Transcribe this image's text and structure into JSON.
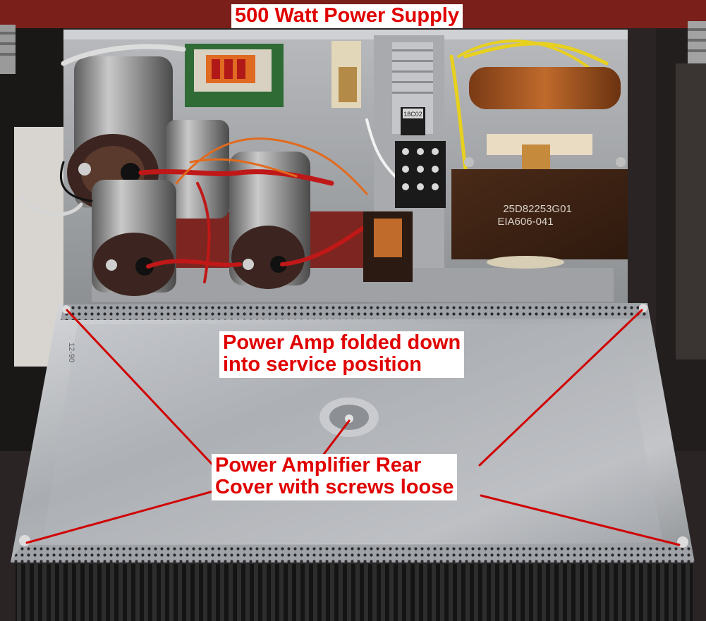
{
  "annotations": {
    "title": "500 Watt Power Supply",
    "folded_line1": "Power Amp folded down",
    "folded_line2": "into service position",
    "cover_line1": "Power Amplifier Rear",
    "cover_line2": "Cover with screws loose"
  },
  "component_markings": {
    "transformer_line1": "25D82253G01",
    "transformer_line2": "EIA606-041",
    "regulator": "18C02",
    "panel_stamp": "12-90"
  },
  "colors": {
    "label_text": "#e00000",
    "label_background": "#ffffff",
    "pointer_line": "#d00000"
  }
}
